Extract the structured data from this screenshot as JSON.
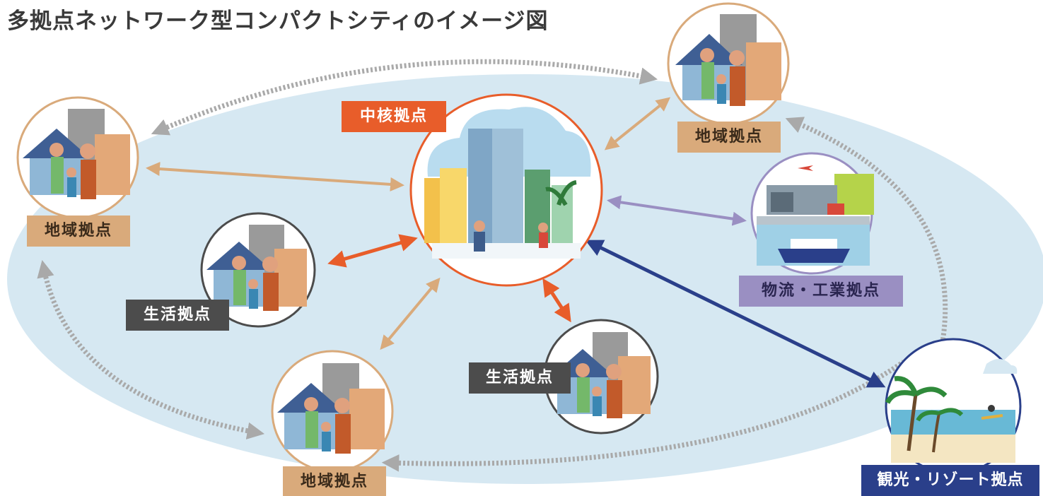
{
  "title": "多拠点ネットワーク型コンパクトシティのイメージ図",
  "colors": {
    "background_ellipse": "#d6e8f2",
    "regional": "#d9aa7b",
    "core": "#e85d2a",
    "living": "#4c4c4c",
    "logistics": "#9a8fc2",
    "resort": "#2a3f8a",
    "dotted_connector": "#a9a9a9"
  },
  "nodes": [
    {
      "id": "core",
      "label": "中核拠点",
      "kind": "core",
      "icon": "city-skyline-icon"
    },
    {
      "id": "regional-top-right",
      "label": "地域拠点",
      "kind": "regional",
      "icon": "family-houses-icon"
    },
    {
      "id": "regional-left",
      "label": "地域拠点",
      "kind": "regional",
      "icon": "family-houses-icon"
    },
    {
      "id": "regional-bottom",
      "label": "地域拠点",
      "kind": "regional",
      "icon": "family-houses-icon"
    },
    {
      "id": "living-left",
      "label": "生活拠点",
      "kind": "living",
      "icon": "family-houses-icon"
    },
    {
      "id": "living-right",
      "label": "生活拠点",
      "kind": "living",
      "icon": "family-houses-icon"
    },
    {
      "id": "logistics",
      "label": "物流・工業拠点",
      "kind": "logistics",
      "icon": "port-factory-icon"
    },
    {
      "id": "resort",
      "label": "観光・リゾート拠点",
      "kind": "resort",
      "icon": "palm-beach-icon"
    }
  ]
}
